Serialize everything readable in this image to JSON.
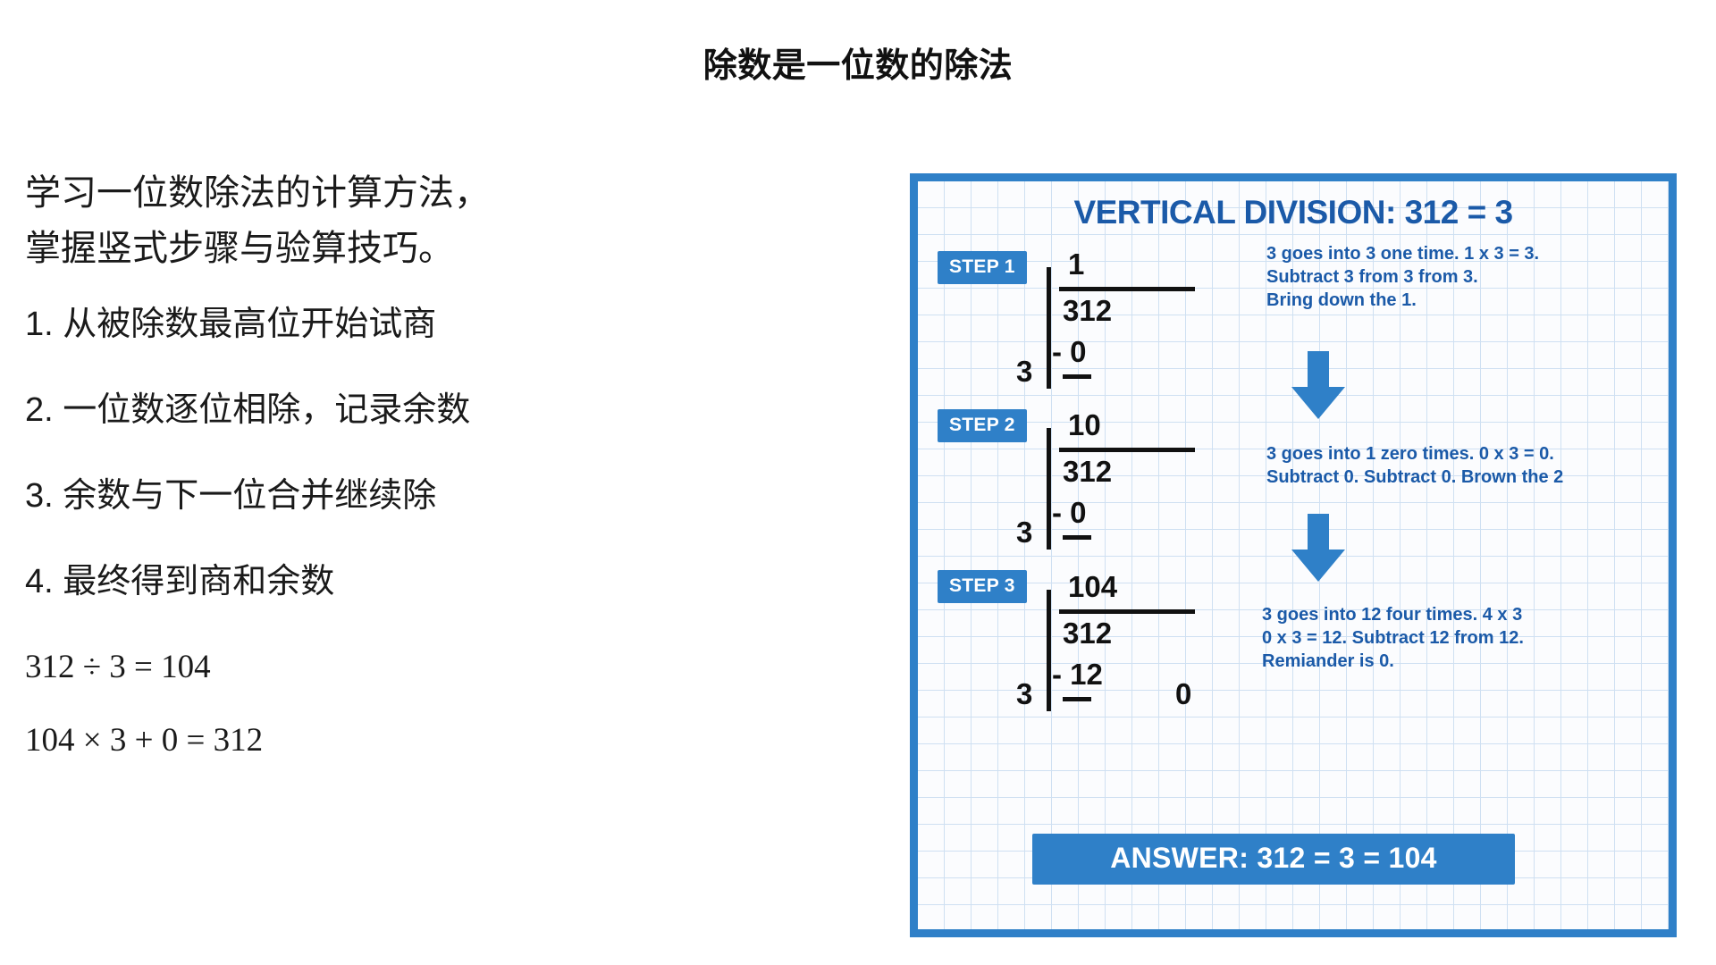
{
  "slide": {
    "title": "除数是一位数的除法"
  },
  "left": {
    "intro": [
      "学习一位数除法的计算方法，",
      "掌握竖式步骤与验算技巧。"
    ],
    "steps": [
      "1. 从被除数最高位开始试商",
      "2. 一位数逐位相除，记录余数",
      "3. 余数与下一位合并继续除",
      "4. 最终得到商和余数"
    ],
    "formulas": [
      "312 ÷ 3 = 104",
      "104 × 3 + 0 = 312"
    ]
  },
  "diagram": {
    "heading": "VERTICAL DIVISION: 312 = 3",
    "answer": "ANSWER: 312 = 3 = 104",
    "accent_color": "#2f80c8",
    "text_color": "#1b5aa8",
    "steps": [
      {
        "badge": "STEP 1",
        "divisor": "3",
        "quotient": "1",
        "dividend": "312",
        "subtrahend": "- 0",
        "remainder": "",
        "explanation": "3 goes into 3 one time. 1 x 3 = 3.\nSubtract 3 from 3 from 3.\nBring down the 1."
      },
      {
        "badge": "STEP 2",
        "divisor": "3",
        "quotient": "10",
        "dividend": "312",
        "subtrahend": "- 0",
        "remainder": "",
        "explanation": "3 goes into 1 zero times. 0 x 3 = 0.\nSubtract 0. Subtract 0. Brown the 2"
      },
      {
        "badge": "STEP 3",
        "divisor": "3",
        "quotient": "104",
        "dividend": "312",
        "subtrahend": "- 12",
        "remainder": "0",
        "explanation": "3 goes into 12 four times. 4 x 3\n0 x 3 = 12. Subtract 12 from 12.\nRemiander is 0."
      }
    ],
    "arrows": [
      "arrow-down-icon",
      "arrow-down-icon"
    ]
  }
}
